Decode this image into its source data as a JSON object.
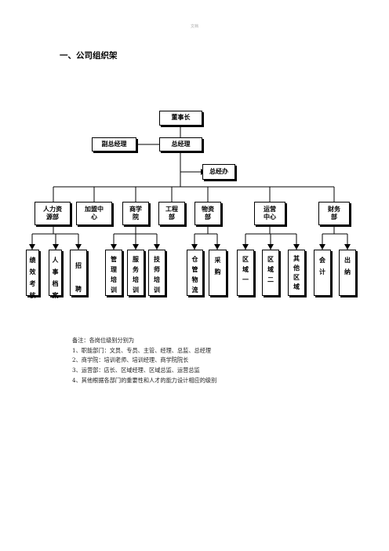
{
  "page_mark": "文档",
  "heading": "一、公司组织架",
  "chart": {
    "chairman": "董事长",
    "deputy_gm": "副总经理",
    "gm": "总经理",
    "gm_office": "总经办",
    "departments": [
      {
        "label": "人力资源部",
        "lines": [
          "人力资",
          "源部"
        ],
        "children": [
          "绩效考核",
          "人事档案",
          "招聘"
        ]
      },
      {
        "label": "加盟中心",
        "lines": [
          "加盟中",
          "心"
        ],
        "children": []
      },
      {
        "label": "商学院",
        "lines": [
          "商学",
          "院"
        ],
        "children": [
          "管理培训",
          "服务培训",
          "技师培训"
        ]
      },
      {
        "label": "工程部",
        "lines": [
          "工程",
          "部"
        ],
        "children": []
      },
      {
        "label": "物资部",
        "lines": [
          "物资",
          "部"
        ],
        "children": [
          "仓管物流",
          "采购"
        ]
      },
      {
        "label": "运营中心",
        "lines": [
          "运营",
          "中心"
        ],
        "children": [
          "区域一",
          "区域二",
          "其他区域"
        ]
      },
      {
        "label": "财务部",
        "lines": [
          "财务",
          "部"
        ],
        "children": [
          "会计",
          "出纳"
        ]
      }
    ]
  },
  "notes": [
    "备注：各岗位级别分别为",
    "1、职能部门：文员、专员、主管、经理、总监、总经理",
    "2、商学院：培训老师、培训经理、商学院院长",
    "3、运营部：店长、区域经理、区域总监、运营总监",
    "4、其他根据各部门的重要性和人才的能力设计相应的级别"
  ]
}
